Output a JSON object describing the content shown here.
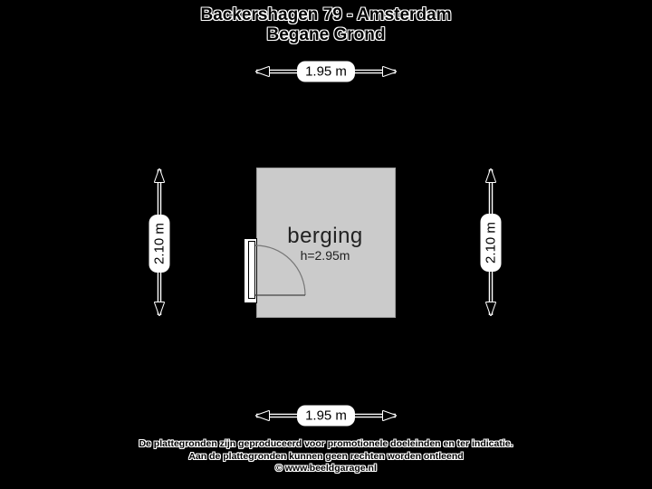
{
  "title": {
    "line1": "Backershagen 79 - Amsterdam",
    "line2": "Begane Grond"
  },
  "room": {
    "name": "berging",
    "height_label": "h=2.95m"
  },
  "dimensions": {
    "top": "1.95 m",
    "bottom": "1.95 m",
    "left": "2.10 m",
    "right": "2.10 m"
  },
  "footer": {
    "line1": "De plattegronden zijn geproduceerd voor promotionele doeleinden en ter indicatie.",
    "line2": "Aan de plattegronden kunnen geen rechten worden ontleend",
    "line3": "© www.beeldgarage.nl"
  },
  "colors": {
    "background": "#000000",
    "wall": "#000000",
    "room_fill": "#cbcbcb",
    "label_background": "#ffffff",
    "text": "#000000",
    "door_line": "#555555"
  }
}
